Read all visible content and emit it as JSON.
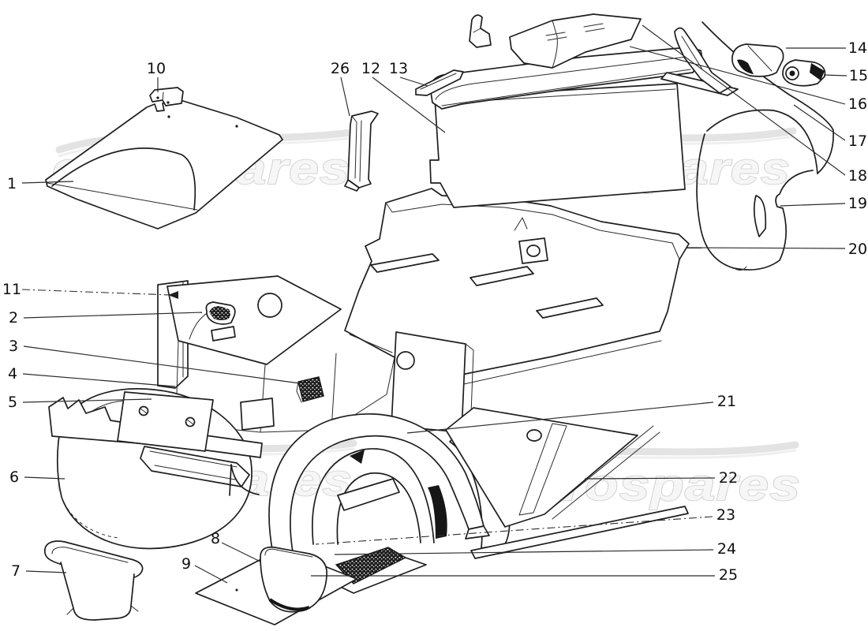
{
  "diagram": {
    "kind": "exploded-parts-line-drawing",
    "subject": "car body inner elements insulation and trim panels",
    "background_color": "#ffffff",
    "line_color": "#1e1e1e"
  },
  "watermark": {
    "text": "eurospares",
    "color": "#d3d3d3",
    "instances": 4
  },
  "callouts": [
    {
      "label": "1"
    },
    {
      "label": "2"
    },
    {
      "label": "3"
    },
    {
      "label": "4"
    },
    {
      "label": "5"
    },
    {
      "label": "6"
    },
    {
      "label": "7"
    },
    {
      "label": "8"
    },
    {
      "label": "9"
    },
    {
      "label": "10"
    },
    {
      "label": "11"
    },
    {
      "label": "12"
    },
    {
      "label": "13"
    },
    {
      "label": "14"
    },
    {
      "label": "15"
    },
    {
      "label": "16"
    },
    {
      "label": "17"
    },
    {
      "label": "18"
    },
    {
      "label": "19"
    },
    {
      "label": "20"
    },
    {
      "label": "21"
    },
    {
      "label": "22"
    },
    {
      "label": "23"
    },
    {
      "label": "24"
    },
    {
      "label": "25"
    },
    {
      "label": "26"
    }
  ]
}
